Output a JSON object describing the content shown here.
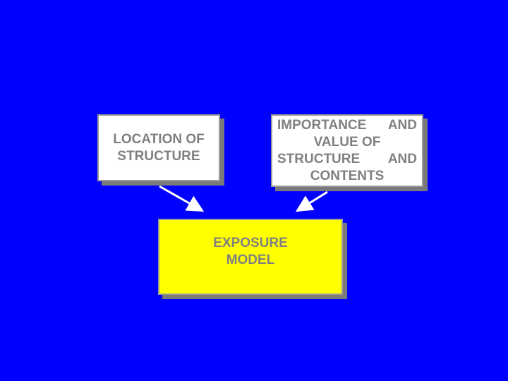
{
  "boxes": {
    "location": {
      "lines": [
        "LOCATION OF",
        "STRUCTURE"
      ]
    },
    "importance": {
      "lines": [
        [
          "IMPORTANCE",
          "AND"
        ],
        "VALUE OF",
        [
          "STRUCTURE",
          "AND"
        ],
        "CONTENTS"
      ]
    },
    "exposure": {
      "lines": [
        "EXPOSURE",
        "MODEL"
      ]
    }
  },
  "colors": {
    "background": "#0000fe",
    "text": "#808080",
    "exposure_fill": "#ffff00",
    "box_fill": "#ffffff",
    "arrow": "#ffffff"
  }
}
